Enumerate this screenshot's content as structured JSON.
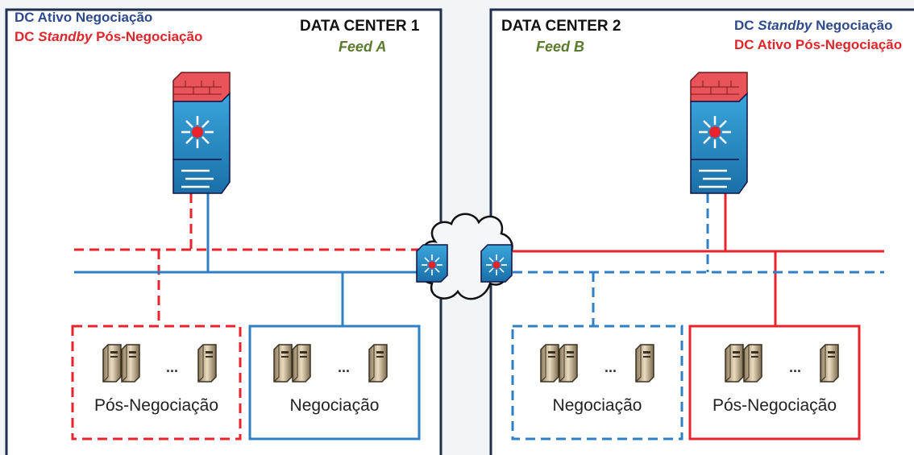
{
  "dc1": {
    "title": "DATA CENTER 1",
    "feed": "Feed A",
    "legend_blue_prefix": "DC Ativo",
    "legend_blue_suffix": " Negociação",
    "legend_red_prefix": "DC ",
    "legend_red_italic": "Standby",
    "legend_red_suffix": " Pós-Negociação",
    "cluster_left_label": "Pós-Negociação",
    "cluster_right_label": "Negociação"
  },
  "dc2": {
    "title": "DATA CENTER 2",
    "feed": "Feed B",
    "legend_blue_prefix": "DC ",
    "legend_blue_italic": "Standby",
    "legend_blue_suffix": " Negociação",
    "legend_red_text": "DC Ativo Pós-Negociação",
    "cluster_left_label": "Negociação",
    "cluster_right_label": "Pós-Negociação"
  },
  "ellipsis": "...",
  "colors": {
    "blue": "#2f7fc6",
    "red": "#e8232b",
    "frame": "#1f2f4c",
    "legend_blue": "#2e4a8c",
    "legend_red": "#e1262b",
    "feed": "#5c7a2e"
  },
  "icons": [
    "firewall-icon",
    "core-switch-icon",
    "edge-switch-icon",
    "cloud-icon",
    "server-icon"
  ]
}
